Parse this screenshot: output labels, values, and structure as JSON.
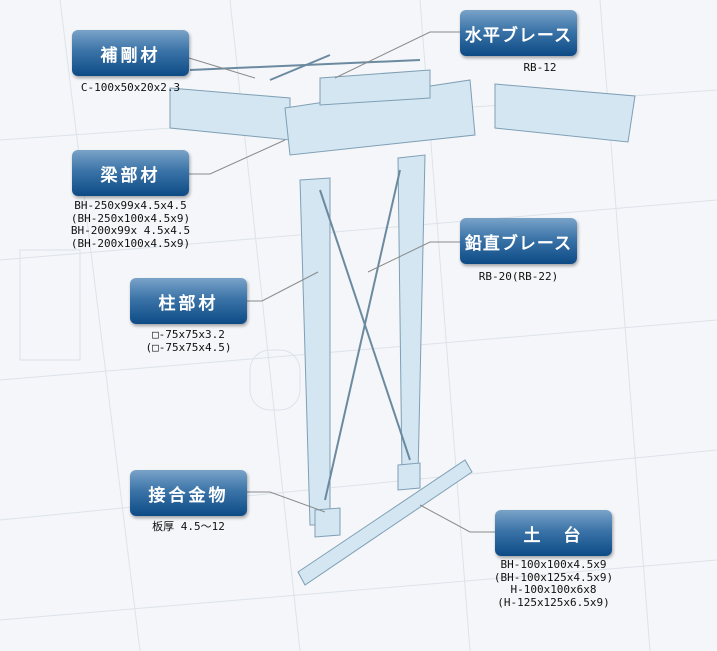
{
  "parts": [
    {
      "id": "hogouzai",
      "title": "補剛材",
      "specs": [
        "C-100x50x20x2.3"
      ]
    },
    {
      "id": "suihei-brace",
      "title": "水平ブレース",
      "specs": [
        "RB-12"
      ]
    },
    {
      "id": "hari",
      "title": "梁部材",
      "specs": [
        "BH-250x99x4.5x4.5",
        "(BH-250x100x4.5x9)",
        "BH-200x99x 4.5x4.5",
        "(BH-200x100x4.5x9)"
      ]
    },
    {
      "id": "enchoku-brace",
      "title": "鉛直ブレース",
      "specs": [
        "RB-20(RB-22)"
      ]
    },
    {
      "id": "hashira",
      "title": "柱部材",
      "specs": [
        "□-75x75x3.2",
        "(□-75x75x4.5)"
      ]
    },
    {
      "id": "setsugou",
      "title": "接合金物",
      "specs": [
        "板厚 4.5～12"
      ]
    },
    {
      "id": "dodai",
      "title": "土　台",
      "specs": [
        "BH-100x100x4.5x9",
        "(BH-100x125x4.5x9)",
        "H-100x100x6x8",
        "(H-125x125x6.5x9)"
      ]
    }
  ],
  "colors": {
    "label_top": "#7aa3c8",
    "label_bottom": "#0d4a85",
    "steel": "#cfe3f0",
    "leader": "#888888"
  }
}
